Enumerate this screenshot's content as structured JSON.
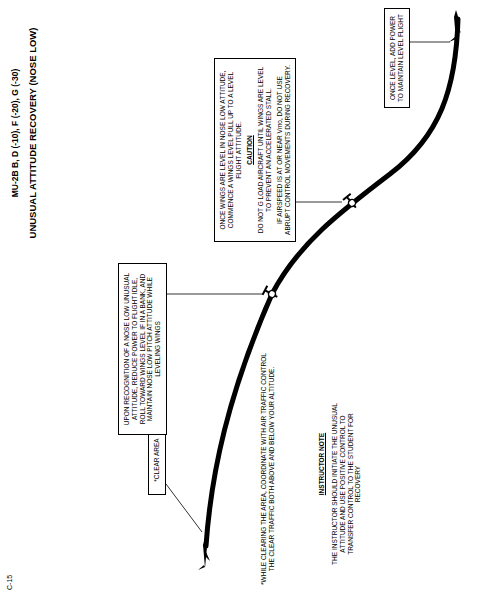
{
  "diagram": {
    "title": "UNUSUAL ATTITUDE RECOVERY (NOSE LOW)",
    "nodes": [
      {
        "text": [
          "*CLEAR AREA"
        ]
      },
      {
        "text": [
          "UPON RECOGNITION OF A NOSE LOW UNUSUAL ATTITUDE, REDUCE POWER TO FLIGHT IDLE, ROLL TOWARD WINGS LEVEL IF IN A BANK, AND MAINTAIN NOSE LOW PITCH ATTITUDE WHILE LEVELING WINGS"
        ]
      },
      {
        "text": [
          "ONCE WINGS ARE LEVEL IN NOSE LOW ATTITUDE, COMMENCE A WINGS LEVEL PULL UP TO A LEVEL FLIGHT ATTITUDE.",
          "CAUTION",
          "DO NOT G LOAD AIRCRAFT UNTIL WINGS ARE LEVEL TO PREVENT AN ACCELERATED STALL.",
          "IF AIRSPEED IS AT OR NEAR Vmo, DO NOT USE ABRUPT CONTROL MOVEMENTS DURING RECOVERY."
        ]
      },
      {
        "text": [
          "ONCE LEVEL, ADD POWER TO MAINTAIN LEVEL FLIGHT"
        ]
      }
    ],
    "edges": [],
    "labels": [
      "MU-2B B, D (-10), F (-20), G (-30)",
      "*WHILE CLEARING THE AREA, COORDINATE WITH AIR TRAFFIC CONTROL THE CLEAR TRAFFIC BOTH ABOVE AND BELOW YOUR ALTITUDE.",
      "INSTRUCTOR NOTE",
      "THE INSTRUCTOR SHOULD INITIATE THE UNUSUAL ATTITUDE AND USE POSITIVE CONTROL TO TRANSFER CONTROL TO THE STUDENT FOR RECOVERY",
      "C-15"
    ]
  }
}
